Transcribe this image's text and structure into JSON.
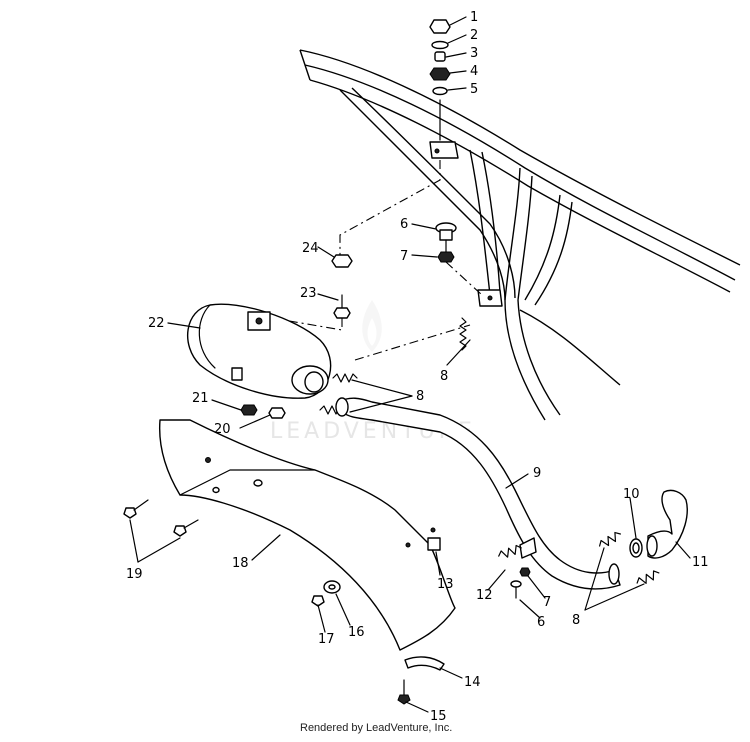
{
  "diagram": {
    "callouts": {
      "c1": "1",
      "c2": "2",
      "c3": "3",
      "c4": "4",
      "c5": "5",
      "c6": "6",
      "c7": "7",
      "c8": "8",
      "c8b": "8",
      "c8c": "8",
      "c9": "9",
      "c10": "10",
      "c11": "11",
      "c12": "12",
      "c13": "13",
      "c14": "14",
      "c15": "15",
      "c16": "16",
      "c17": "17",
      "c18": "18",
      "c19": "19",
      "c20": "20",
      "c21": "21",
      "c22": "22",
      "c23": "23",
      "c24": "24",
      "c6b": "6",
      "c7b": "7"
    },
    "watermark": "LEADVENTURE",
    "footer": "Rendered by LeadVenture, Inc."
  }
}
